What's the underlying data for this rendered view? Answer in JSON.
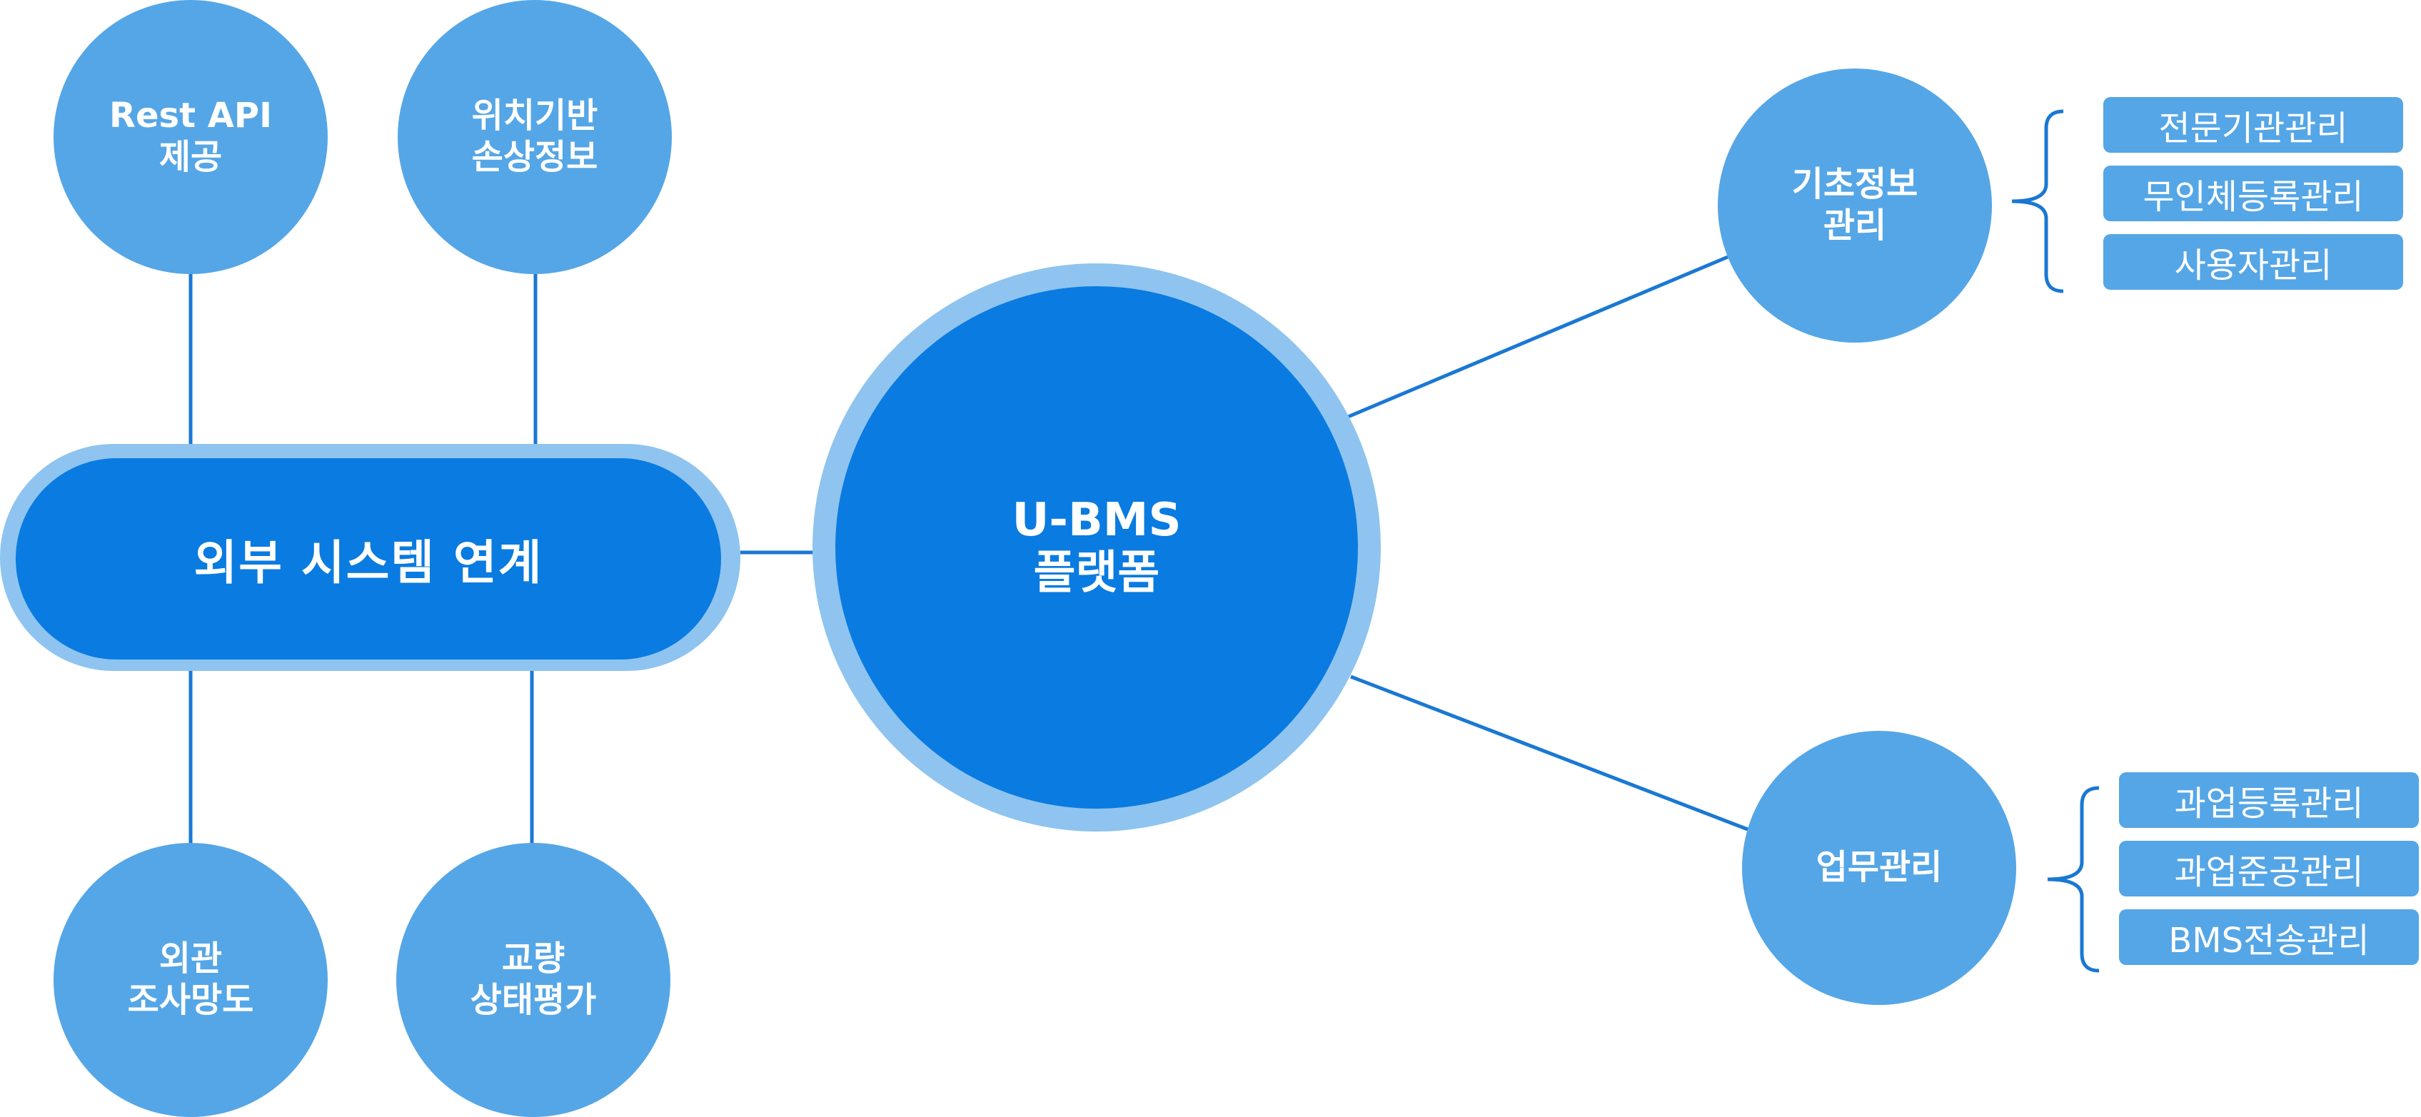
{
  "hub": {
    "line1": "U-BMS",
    "line2": "플랫폼"
  },
  "external": {
    "label": "외부 시스템 연계",
    "nodes": [
      {
        "line1": "Rest API",
        "line2": "제공"
      },
      {
        "line1": "위치기반",
        "line2": "손상정보"
      },
      {
        "line1": "외관",
        "line2": "조사망도"
      },
      {
        "line1": "교량",
        "line2": "상태평가"
      }
    ]
  },
  "basic_info": {
    "line1": "기초정보",
    "line2": "관리",
    "items": [
      "전문기관관리",
      "무인체등록관리",
      "사용자관리"
    ]
  },
  "work": {
    "label": "업무관리",
    "items": [
      "과업등록관리",
      "과업준공관리",
      "BMS전송관리"
    ]
  },
  "colors": {
    "primary": "#0a7be0",
    "secondary": "#55a6e6",
    "ring": "#8ec4ef",
    "line": "#1a78d4"
  }
}
